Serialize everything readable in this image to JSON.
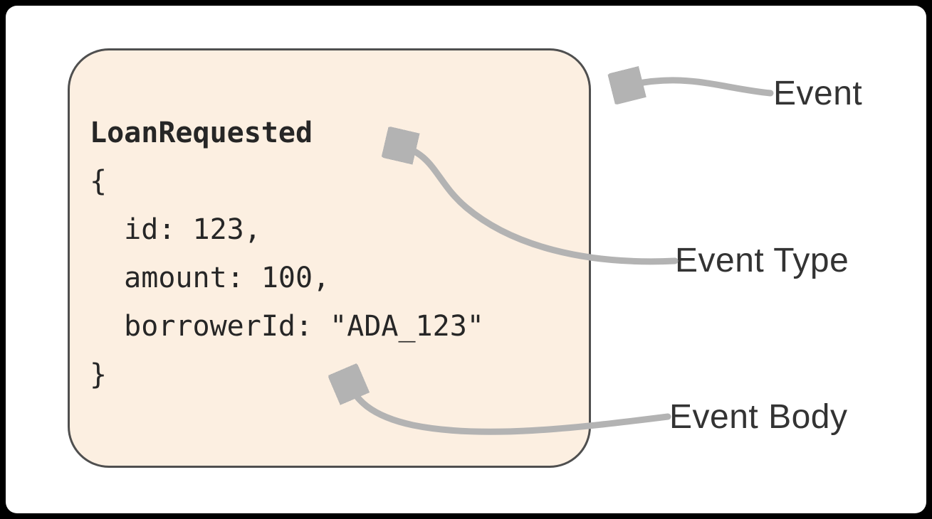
{
  "event_box": {
    "title": "LoanRequested",
    "lines": [
      "{",
      "  id: 123,",
      "  amount: 100,",
      "  borrowerId: \"ADA_123\"",
      "}"
    ],
    "fill": "#fcefe1",
    "border_color": "#4f4f4f"
  },
  "labels": {
    "event": "Event",
    "event_type": "Event Type",
    "event_body": "Event Body"
  },
  "colors": {
    "arrow": "#b3b3b3",
    "code_text": "#262626",
    "label_text": "#333333",
    "canvas_background": "#ffffff",
    "frame_background": "#000000"
  }
}
